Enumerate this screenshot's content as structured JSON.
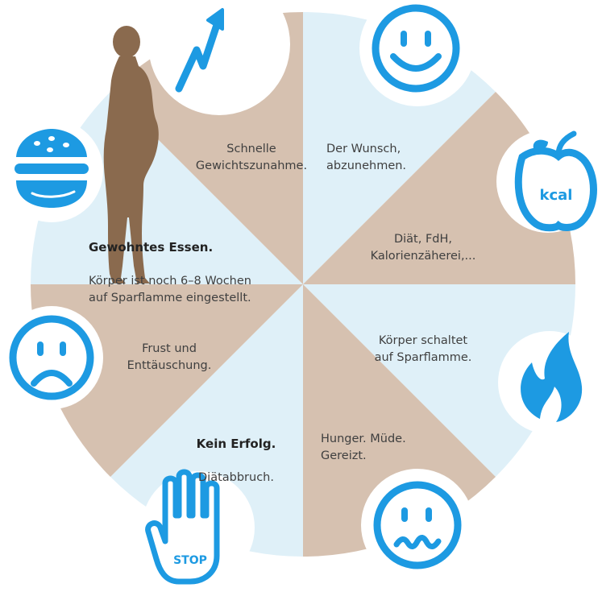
{
  "colors": {
    "light_blue": "#dff0f8",
    "tan": "#d6c1b0",
    "accent_blue": "#1d9ae2",
    "silhouette": "#8a6a4e",
    "text": "#3f3f3f"
  },
  "segments": [
    {
      "id": "schnelle",
      "color": "light_blue",
      "bold": "",
      "text": "Schnelle\nGewichtszunahme."
    },
    {
      "id": "wunsch",
      "color": "tan",
      "bold": "",
      "text": "Der Wunsch,\nabzunehmen."
    },
    {
      "id": "diaet",
      "color": "light_blue",
      "bold": "",
      "text": "Diät, FdH,\nKalorienzäherei,..."
    },
    {
      "id": "sparflamme",
      "color": "tan",
      "bold": "",
      "text": "Körper schaltet\nauf Sparflamme."
    },
    {
      "id": "hunger",
      "color": "light_blue",
      "bold": "",
      "text": "Hunger. Müde.\nGereizt."
    },
    {
      "id": "kein-erfolg",
      "color": "tan",
      "bold": "Kein Erfolg.",
      "text": "Diätabbruch."
    },
    {
      "id": "frust",
      "color": "light_blue",
      "bold": "",
      "text": "Frust und\nEnttäuschung."
    },
    {
      "id": "gewohntes",
      "color": "tan",
      "bold": "Gewohntes Essen.",
      "text": "Körper ist noch 6–8 Wochen\nauf Sparflamme eingestellt."
    }
  ],
  "icons": [
    {
      "name": "trend-up-arrow-icon"
    },
    {
      "name": "smiley-icon"
    },
    {
      "name": "apple-kcal-icon",
      "label": "kcal"
    },
    {
      "name": "flame-icon"
    },
    {
      "name": "queasy-face-icon"
    },
    {
      "name": "stop-hand-icon",
      "label": "STOP"
    },
    {
      "name": "sad-face-icon"
    },
    {
      "name": "burger-icon"
    }
  ]
}
